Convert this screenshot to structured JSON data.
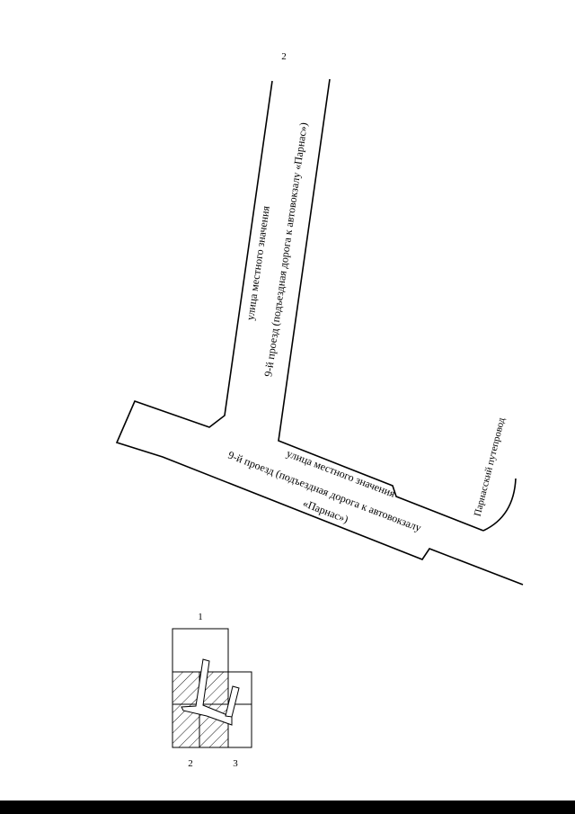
{
  "sheet_number": "2",
  "streets": {
    "vertical_line1": "улица местного значения",
    "vertical_line2": "9-й проезд (подъездная дорога к автовокзалу «Парнас»)",
    "diagonal_line1": "улица местного значения",
    "diagonal_line2": "9-й проезд (подъездная дорога к автовокзалу",
    "diagonal_line3": "«Парнас»)",
    "overpass": "Парнасский путепровод"
  },
  "key_map": {
    "sheet_top": "1",
    "sheet_bottom_left": "2",
    "sheet_bottom_right": "3"
  }
}
